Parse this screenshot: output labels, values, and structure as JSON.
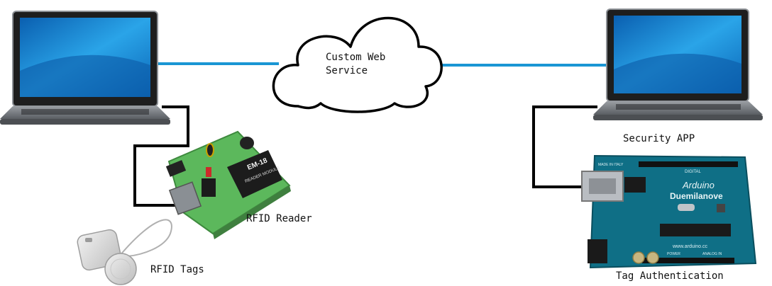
{
  "cloud": {
    "line1": "Custom Web",
    "line2": "Service"
  },
  "labels": {
    "security_app": "Security APP",
    "rfid_reader": "RFID Reader",
    "rfid_tags": "RFID Tags",
    "tag_authentication": "Tag Authentication"
  },
  "module_text": {
    "em18": "EM-18",
    "reader_module": "READER MODULE"
  },
  "board_text": {
    "arduino": "Arduino",
    "model": "Duemilanove",
    "digital": "DIGITAL",
    "made_in": "MADE IN ITALY",
    "url": "www.arduino.cc",
    "power": "POWER",
    "analog_in": "ANALOG IN"
  },
  "icons": {
    "left_computer": "laptop-icon",
    "right_computer": "laptop-icon",
    "cloud": "cloud-icon",
    "reader": "rfid-reader-module-icon",
    "tags": "rfid-tag-icon",
    "board": "arduino-board-icon"
  },
  "colors": {
    "network_link": "#1a96d4",
    "serial_cable": "#000000",
    "reader_pcb": "#5cb85c",
    "arduino_pcb": "#0f6f86",
    "screen": "#1f8fd6"
  }
}
